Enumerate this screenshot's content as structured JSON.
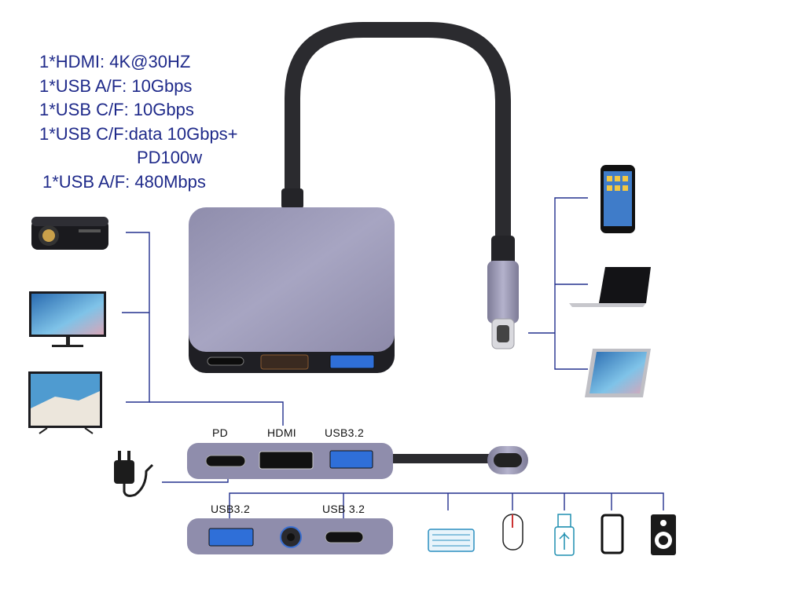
{
  "specs": [
    "1*HDMI: 4K@30HZ",
    "1*USB A/F: 10Gbps",
    "1*USB C/F: 10Gbps",
    "1*USB C/F:data 10Gbps+",
    "PD100w",
    "1*USB A/F: 480Mbps"
  ],
  "port_labels_top": {
    "pd": "PD",
    "hdmi": "HDMI",
    "usb": "USB3.2"
  },
  "port_labels_bottom": {
    "usb_a": "USB3.2",
    "usb_c": "USB 3.2"
  },
  "colors": {
    "text_blue": "#1f2a8a",
    "line_blue": "#23318e",
    "hub_body": "#9a98b6",
    "usb_blue": "#2f6fd8"
  },
  "icons": [
    "projector-icon",
    "monitor-icon",
    "tv-icon",
    "power-adapter-icon",
    "smartphone-icon",
    "laptop-icon",
    "tablet-icon",
    "keyboard-icon",
    "mouse-icon",
    "usb-drive-icon",
    "phone-icon",
    "speaker-icon"
  ]
}
